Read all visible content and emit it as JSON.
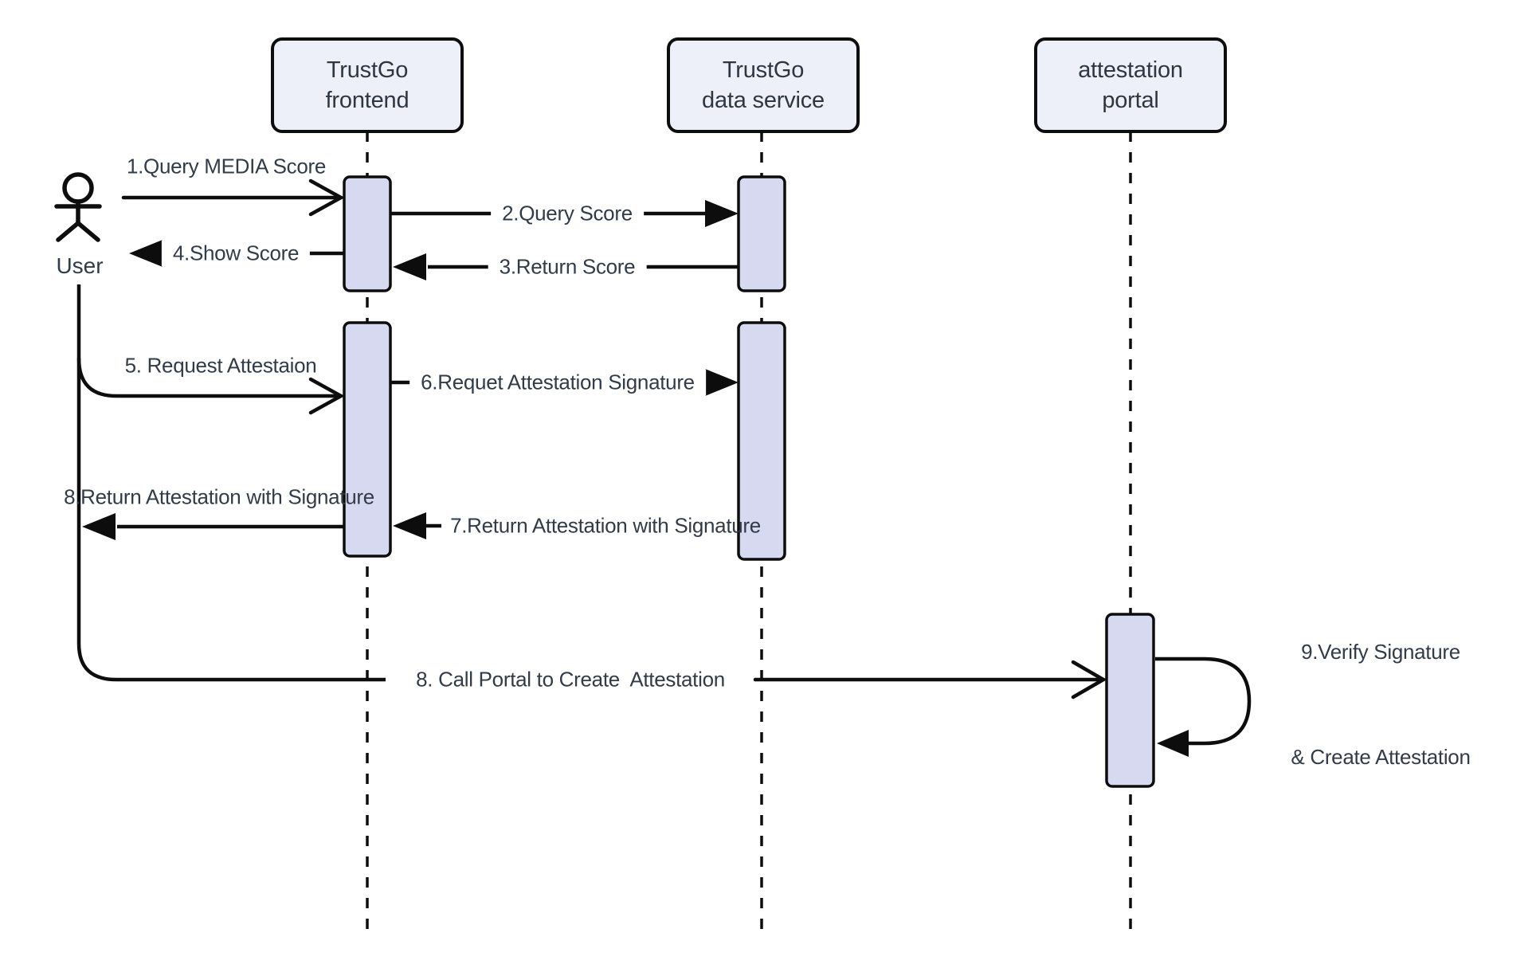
{
  "diagram": {
    "type": "uml-sequence-diagram",
    "participants": [
      {
        "id": "user",
        "kind": "actor",
        "label": "User"
      },
      {
        "id": "trustgo-frontend",
        "kind": "box",
        "line1": "TrustGo",
        "line2": "frontend"
      },
      {
        "id": "trustgo-data-service",
        "kind": "box",
        "line1": "TrustGo",
        "line2": "data service"
      },
      {
        "id": "attestation-portal",
        "kind": "box",
        "line1": "attestation",
        "line2": "portal"
      }
    ],
    "messages": [
      {
        "label": "1.Query MEDIA Score",
        "from": "User",
        "to": "TrustGo frontend",
        "arrow": "open"
      },
      {
        "label": "2.Query Score",
        "from": "TrustGo frontend",
        "to": "TrustGo data service",
        "arrow": "filled"
      },
      {
        "label": "3.Return Score",
        "from": "TrustGo data service",
        "to": "TrustGo frontend",
        "arrow": "filled"
      },
      {
        "label": "4.Show Score",
        "from": "TrustGo frontend",
        "to": "User",
        "arrow": "filled"
      },
      {
        "label": "5. Request Attestaion",
        "from": "User",
        "to": "TrustGo frontend",
        "arrow": "open"
      },
      {
        "label": "6.Requet Attestation Signature",
        "from": "TrustGo frontend",
        "to": "TrustGo data service",
        "arrow": "filled"
      },
      {
        "label": "7.Return Attestation with Signature",
        "from": "TrustGo data service",
        "to": "TrustGo frontend",
        "arrow": "filled"
      },
      {
        "label": "8.Return Attestation with Signature",
        "from": "TrustGo frontend",
        "to": "User",
        "arrow": "filled"
      },
      {
        "label": "8. Call Portal to Create  Attestation",
        "from": "User",
        "to": "attestation portal",
        "arrow": "open"
      },
      {
        "label_line1": "9.Verify Signature",
        "label_line2": "& Create Attestation",
        "from": "attestation portal",
        "to": "attestation portal",
        "arrow": "filled-self-loop"
      }
    ],
    "colors": {
      "background": "#ffffff",
      "participant_box_fill": "#edf0f9",
      "activation_bar_fill": "#d6d9f0",
      "stroke": "#0d0d0d",
      "text": "#333b48"
    }
  }
}
